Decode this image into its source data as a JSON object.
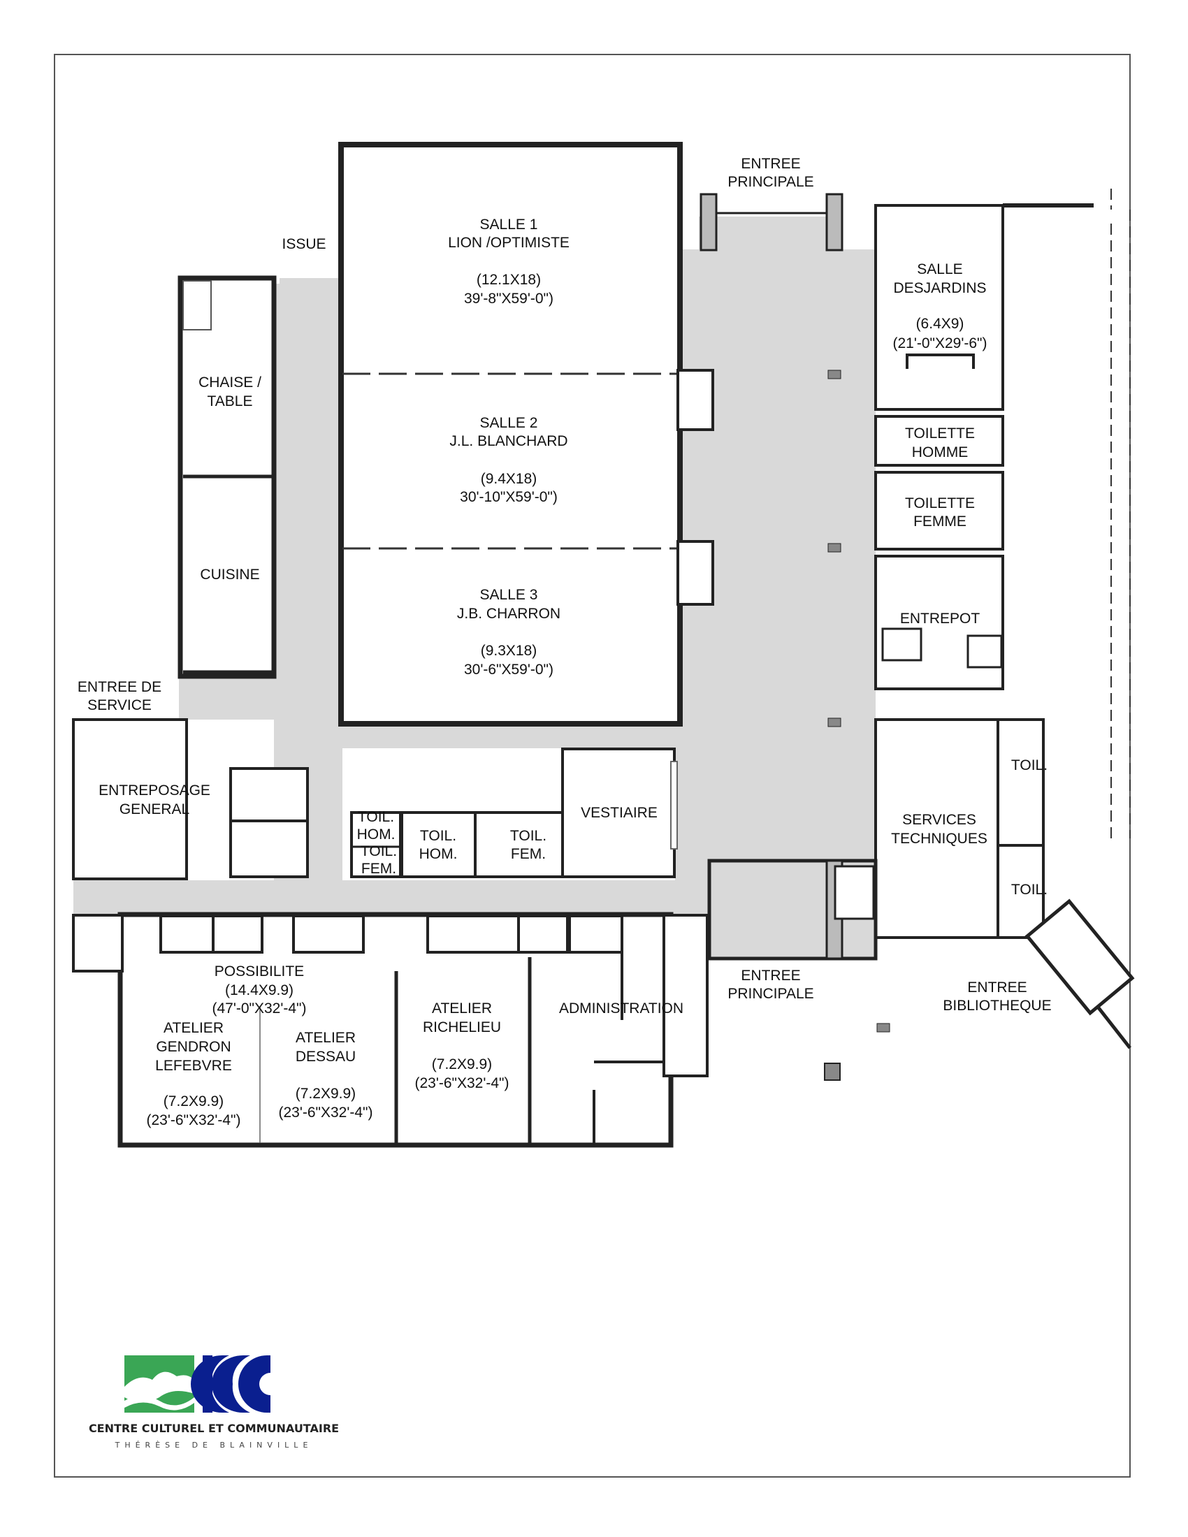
{
  "plan": {
    "rooms": {
      "salle1": {
        "name": "SALLE 1",
        "sub": "LION /OPTIMISTE",
        "metric": "(12.1X18)",
        "imperial": "39'-8\"X59'-0\")"
      },
      "salle2": {
        "name": "SALLE 2",
        "sub": "J.L. BLANCHARD",
        "metric": "(9.4X18)",
        "imperial": "30'-10\"X59'-0\")"
      },
      "salle3": {
        "name": "SALLE 3",
        "sub": "J.B. CHARRON",
        "metric": "(9.3X18)",
        "imperial": "30'-6\"X59'-0\")"
      },
      "desjardins": {
        "name1": "SALLE",
        "name2": "DESJARDINS",
        "metric": "(6.4X9)",
        "imperial": "(21'-0\"X29'-6\")"
      },
      "chaise": {
        "l1": "CHAISE /",
        "l2": "TABLE"
      },
      "cuisine": "CUISINE",
      "toilette_homme": {
        "l1": "TOILETTE",
        "l2": "HOMME"
      },
      "toilette_femme": {
        "l1": "TOILETTE",
        "l2": "FEMME"
      },
      "entrepot": "ENTREPOT",
      "entreposage": {
        "l1": "ENTREPOSAGE",
        "l2": "GENERAL"
      },
      "vestiaire": "VESTIAIRE",
      "services": {
        "l1": "SERVICES",
        "l2": "TECHNIQUES"
      },
      "toil_right_1": "TOIL.",
      "toil_right_2": "TOIL.",
      "toil_hom_small": {
        "l1": "TOIL.",
        "l2": "HOM."
      },
      "toil_fem_small": {
        "l1": "TOIL.",
        "l2": "FEM."
      },
      "toil_hom": {
        "l1": "TOIL.",
        "l2": "HOM."
      },
      "toil_fem": {
        "l1": "TOIL.",
        "l2": "FEM."
      },
      "possibilite": {
        "l1": "POSSIBILITE",
        "metric": "(14.4X9.9)",
        "imperial": "(47'-0\"X32'-4\")"
      },
      "gendron": {
        "l1": "ATELIER",
        "l2": "GENDRON",
        "l3": "LEFEBVRE",
        "metric": "(7.2X9.9)",
        "imperial": "(23'-6\"X32'-4\")"
      },
      "dessau": {
        "l1": "ATELIER",
        "l2": "DESSAU",
        "metric": "(7.2X9.9)",
        "imperial": "(23'-6\"X32'-4\")"
      },
      "richelieu": {
        "l1": "ATELIER",
        "l2": "RICHELIEU",
        "metric": "(7.2X9.9)",
        "imperial": "(23'-6\"X32'-4\")"
      },
      "administration": "ADMINISTRATION"
    },
    "entrances": {
      "main_top": {
        "l1": "ENTREE",
        "l2": "PRINCIPALE"
      },
      "main_bottom": {
        "l1": "ENTREE",
        "l2": "PRINCIPALE"
      },
      "issue": "ISSUE",
      "service": {
        "l1": "ENTREE DE",
        "l2": "SERVICE"
      },
      "bibliotheque": {
        "l1": "ENTREE",
        "l2": "BIBLIOTHEQUE"
      }
    },
    "colors": {
      "corridor": "#d9d9d9",
      "wall": "#222222",
      "logo_green": "#3aa655",
      "logo_blue": "#0a1f8f"
    }
  },
  "logo": {
    "line1": "CENTRE CULTUREL ET COMMUNAUTAIRE",
    "line2": "THÉRÈSE DE BLAINVILLE"
  }
}
